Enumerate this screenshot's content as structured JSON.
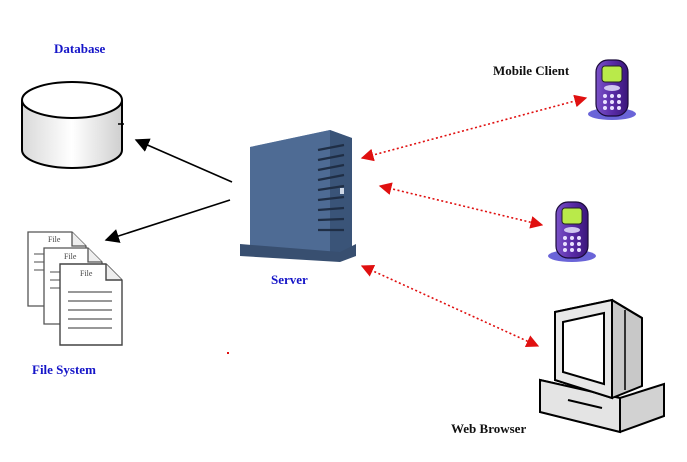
{
  "labels": {
    "database": "Database",
    "file_system": "File System",
    "server": "Server",
    "mobile_client": "Mobile Client",
    "web_browser": "Web Browser"
  },
  "file_icon_text": "File",
  "colors": {
    "label_blue": "#1515c8",
    "server_blue": "#4e6b94",
    "arrow_black": "#000000",
    "arrow_red": "#e01010",
    "phone_purple": "#5a2ca8",
    "phone_screen": "#b9ea4a",
    "monitor_gray": "#c8c8c8"
  },
  "icons": {
    "database": "database-cylinder-icon",
    "file_system": "document-stack-icon",
    "server": "server-tower-icon",
    "mobile_client": "mobile-phone-icon",
    "web_browser": "desktop-computer-icon"
  }
}
